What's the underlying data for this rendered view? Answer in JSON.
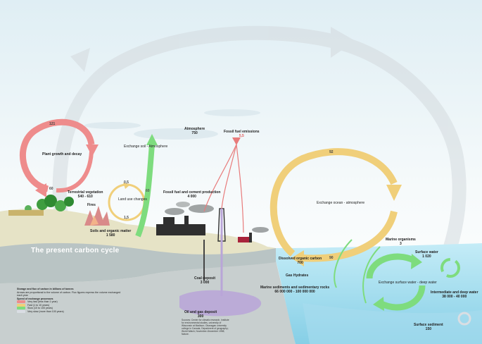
{
  "title": "The present carbon cycle",
  "colors": {
    "very_fast": "#ee8c8c",
    "fast": "#f0cf7a",
    "slow": "#7edc7e",
    "very_slow": "#d9dee3",
    "ocean": "#9fd9ee",
    "sky_top": "#e6f1f6",
    "sky_bottom": "#ffffff"
  },
  "labels": {
    "atmosphere": {
      "name": "Atmosphere",
      "value": "750"
    },
    "fossil_emissions": {
      "name": "Fossil fuel emissions",
      "value": "5,5"
    },
    "plant_growth": {
      "name": "Plant growth and decay"
    },
    "plant_flux_top": "121",
    "plant_flux_bottom": "60",
    "exchange_soil": {
      "name": "Exchange soil - Atmosphere"
    },
    "soil_flux": "60",
    "terrestrial": {
      "name": "Terrestrial vegetation",
      "value": "540 - 610"
    },
    "fires": {
      "name": "Fires"
    },
    "land_use": {
      "name": "Land use changes"
    },
    "land_use_top": "0,5",
    "land_use_bottom": "1,5",
    "soils": {
      "name": "Soils and organic matter",
      "value": "1 580"
    },
    "fossil_cement": {
      "name": "Fossil fuel and cement production",
      "value": "4 000"
    },
    "coal": {
      "name": "Coal deposit",
      "value": "3 000"
    },
    "oil_gas": {
      "name": "Oil and gas deposit",
      "value": "300"
    },
    "exchange_ocean": {
      "name": "Exchange ocean - atmosphere"
    },
    "ocean_flux_top": "92",
    "ocean_flux_bottom": "90",
    "dissolved": {
      "name": "Dissolved organic carbon",
      "value": "700"
    },
    "gas_hydrates": {
      "name": "Gas Hydrates"
    },
    "marine_sed": {
      "name": "Marine sediments and sedimentary rocks",
      "value": "66 000 000 - 100 000 000"
    },
    "marine_org": {
      "name": "Marine organisms",
      "value": "3"
    },
    "surface_water": {
      "name": "Surface water",
      "value": "1 020"
    },
    "exchange_deep": {
      "name": "Exchange surface water - deep water"
    },
    "intermediate": {
      "name": "Intermediate and deep water",
      "value": "38 000 - 40 000"
    },
    "surface_sediment": {
      "name": "Surface sediment",
      "value": "150"
    }
  },
  "legend": {
    "heading": "Storage and flux of carbon in billions of tonnes",
    "note": "Arrows are proportional to the volume of carbon. Flux figures express the volume exchanged each year",
    "speed_heading": "Speed of exchange processes",
    "items": [
      {
        "label": "Very fast (less than 1 year)",
        "color": "#ee8c8c"
      },
      {
        "label": "Fast (1 to 10 years)",
        "color": "#f0cf7a"
      },
      {
        "label": "Slow (10 to 100 years)",
        "color": "#7edc7e"
      },
      {
        "label": "Very slow (more than 100 years)",
        "color": "#d9dee3"
      }
    ]
  },
  "sources": "Sources: Center for climatic research, Institute for environmental studies, university of Wisconsin at Madison; Okanagan university college in Canada, Department of geography; World Watch, November-December 1998; Nature."
}
